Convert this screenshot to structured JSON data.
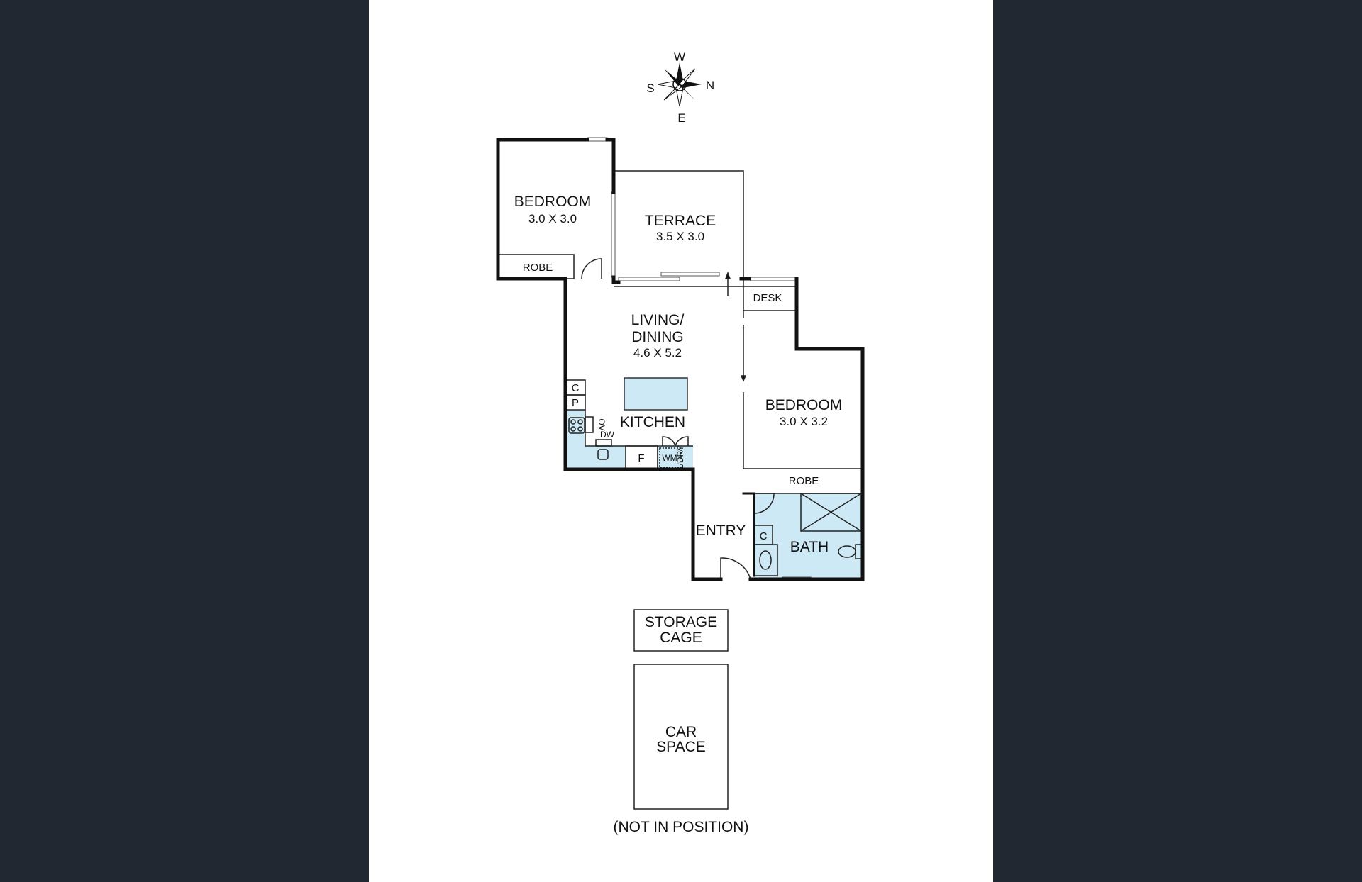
{
  "compass": {
    "north": "N",
    "south": "S",
    "east": "E",
    "west": "W"
  },
  "rooms": {
    "bedroom1": {
      "name": "BEDROOM",
      "dims": "3.0 X 3.0"
    },
    "robe1": {
      "name": "ROBE"
    },
    "terrace": {
      "name": "TERRACE",
      "dims": "3.5 X 3.0"
    },
    "living": {
      "name_line1": "LIVING/",
      "name_line2": "DINING",
      "dims": "4.6 X 5.2"
    },
    "desk": {
      "name": "DESK"
    },
    "kitchen": {
      "name": "KITCHEN",
      "c": "C",
      "p": "P",
      "ov": "OV",
      "dw": "DW",
      "f": "F",
      "wm": "WM",
      "ldry": "L'DRY"
    },
    "bedroom2": {
      "name": "BEDROOM",
      "dims": "3.0 X 3.2"
    },
    "robe2": {
      "name": "ROBE"
    },
    "entry": {
      "name": "ENTRY"
    },
    "bath": {
      "name": "BATH",
      "c": "C"
    },
    "storage": {
      "line1": "STORAGE",
      "line2": "CAGE"
    },
    "car": {
      "line1": "CAR",
      "line2": "SPACE"
    }
  },
  "note": "(NOT IN POSITION)",
  "colors": {
    "background": "#222831",
    "wet_area": "#cde9f5"
  }
}
